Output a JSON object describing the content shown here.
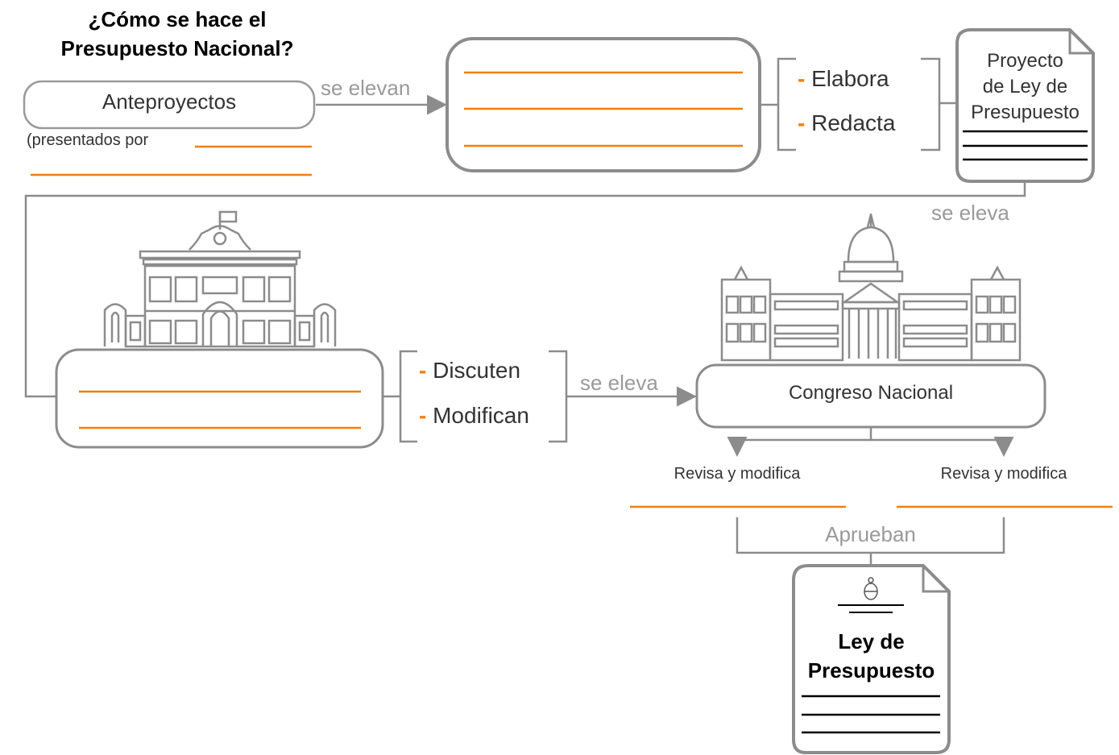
{
  "title": "¿Cómo se hace el Presupuesto Nacional?",
  "anteproyectos": {
    "label": "Anteproyectos",
    "note": "(presentados por"
  },
  "arrows": {
    "se_elevan": "se elevan",
    "se_eleva_1": "se eleva",
    "se_eleva_2": "se eleva"
  },
  "actions_top": {
    "items": [
      "Elabora",
      "Redacta"
    ],
    "bullet": "-"
  },
  "proyecto_doc": {
    "line1": "Proyecto",
    "line2": "de Ley de",
    "line3": "Presupuesto"
  },
  "actions_mid": {
    "items": [
      "Discuten",
      "Modifican"
    ],
    "bullet": "-"
  },
  "congreso": {
    "label": "Congreso Nacional",
    "revisa_left": "Revisa y modifica",
    "revisa_right": "Revisa y modifica",
    "aprueban": "Aprueban"
  },
  "ley_doc": {
    "line1": "Ley de",
    "line2": "Presupuesto"
  },
  "colors": {
    "accent": "#f07f0f",
    "stroke": "#8c8c8c",
    "grey_text": "#9a9a9a"
  },
  "icons": [
    "casa-rosada-building-icon",
    "congress-building-icon",
    "national-coat-of-arms-icon",
    "right-arrow-icon",
    "down-arrow-icon"
  ]
}
